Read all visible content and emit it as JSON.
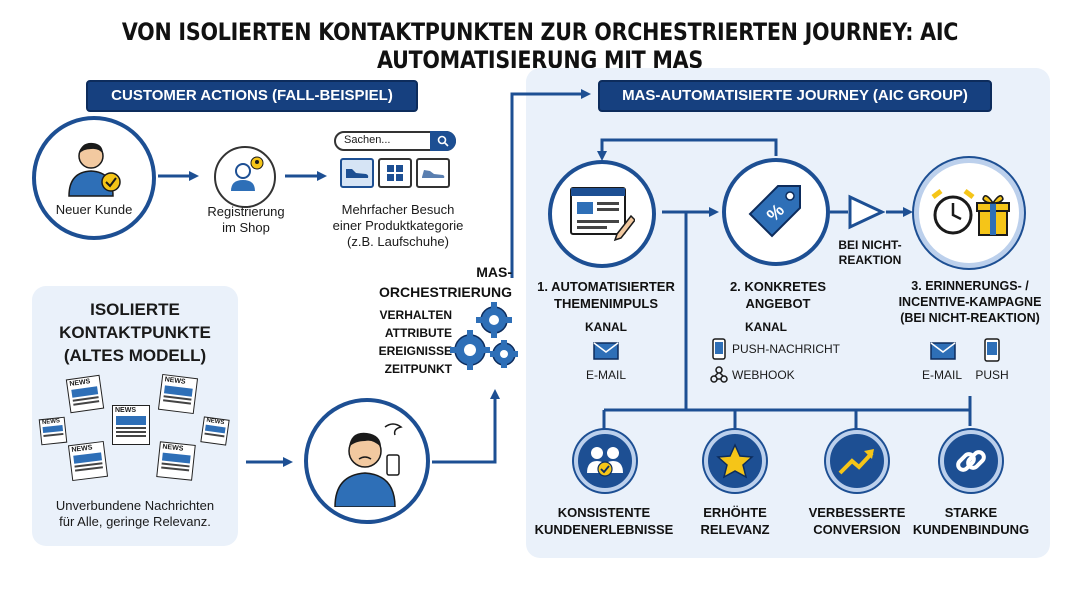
{
  "title": "VON ISOLIERTEN KONTAKTPUNKTEN ZUR ORCHESTRIERTEN JOURNEY: AIC AUTOMATISIERUNG MIT MAS",
  "customer_actions": {
    "heading": "CUSTOMER ACTIONS (FALL-BEISPIEL)",
    "step1": "Neuer Kunde",
    "step2_line1": "Registrierung",
    "step2_line2": "im Shop",
    "search_placeholder": "Sachen...",
    "step3_line1": "Mehrfacher Besuch",
    "step3_line2": "einer Produktkategorie",
    "step3_line3": "(z.B. Laufschuhe)"
  },
  "isolated": {
    "title_line1": "ISOLIERTE",
    "title_line2": "KONTAKTPUNKTE",
    "title_line3": "(ALTES MODELL)",
    "news_label": "NEWS",
    "caption_line1": "Unverbundene Nachrichten",
    "caption_line2": "für Alle, geringe Relevanz."
  },
  "orchestration": {
    "title_line1": "MAS-",
    "title_line2": "ORCHESTRIERUNG",
    "items": [
      "VERHALTEN",
      "ATTRIBUTE",
      "EREIGNISSE",
      "ZEITPUNKT"
    ]
  },
  "journey": {
    "heading": "MAS-AUTOMATISIERTE JOURNEY (AIC GROUP)",
    "step1_line1": "1. AUTOMATISIERTER",
    "step1_line2": "THEMENIMPULS",
    "step1_channel_heading": "KANAL",
    "step1_channel": "E-MAIL",
    "step2_line1": "2. KONKRETES",
    "step2_line2": "ANGEBOT",
    "step2_channel_heading": "KANAL",
    "step2_channels": [
      "PUSH-NACHRICHT",
      "WEBHOOK"
    ],
    "condition_line1": "BEI NICHT-",
    "condition_line2": "REAKTION",
    "step3_line1": "3. ERINNERUNGS- /",
    "step3_line2": "INCENTIVE-KAMPAGNE",
    "step3_line3": "(BEI NICHT-REAKTION)",
    "step3_channels": [
      "E-MAIL",
      "PUSH"
    ]
  },
  "outcomes": [
    {
      "line1": "KONSISTENTE",
      "line2": "KUNDENERLEBNISSE"
    },
    {
      "line1": "ERHÖHTE",
      "line2": "RELEVANZ"
    },
    {
      "line1": "VERBESSERTE",
      "line2": "CONVERSION"
    },
    {
      "line1": "STARKE",
      "line2": "KUNDENBINDUNG"
    }
  ],
  "colors": {
    "primary": "#1d4f93",
    "dark": "#16407f",
    "panel": "#eaf1fa",
    "accent": "#f5c518"
  }
}
